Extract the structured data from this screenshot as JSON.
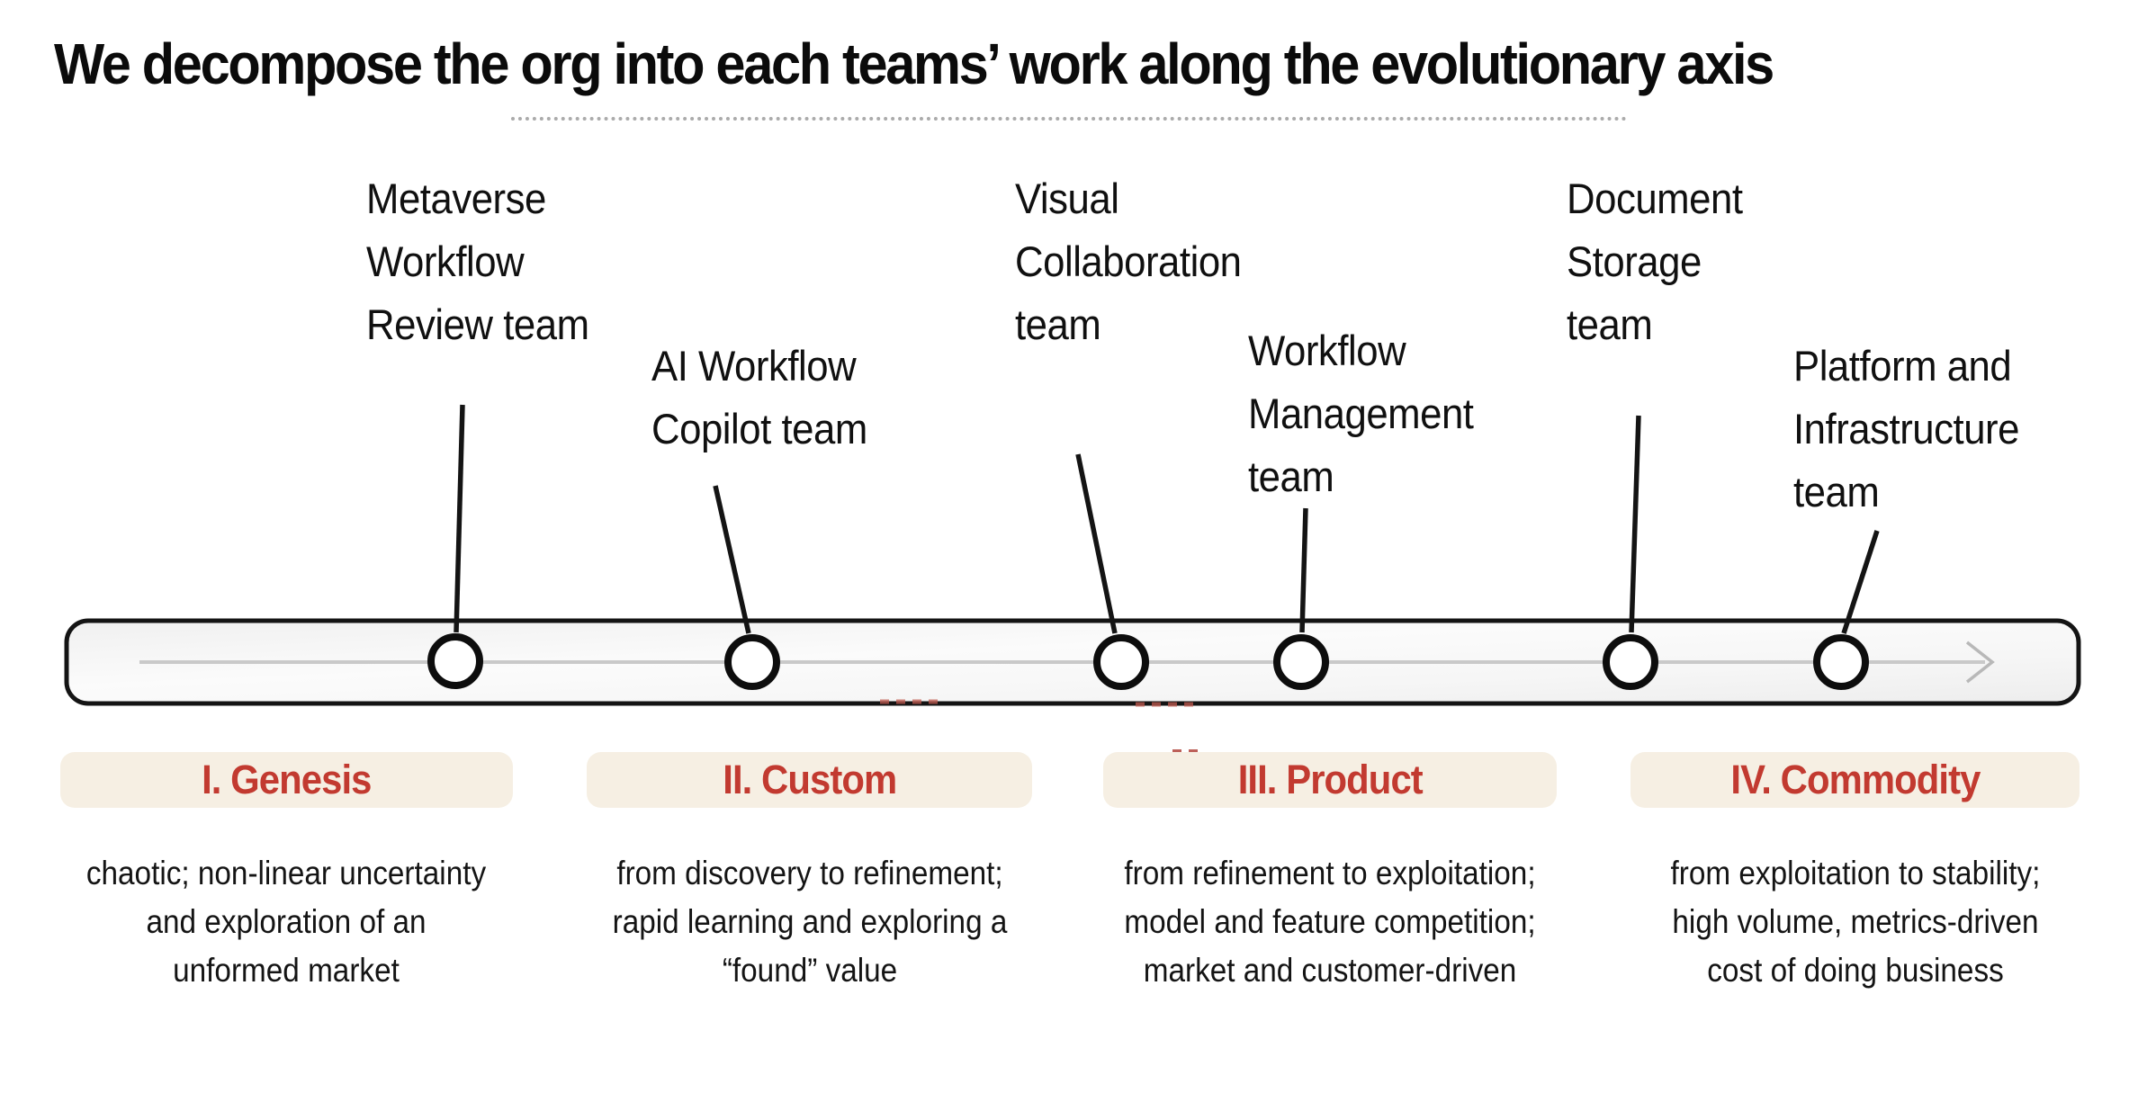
{
  "title": "We decompose the org into each teams’ work along the evolutionary axis",
  "teams": [
    {
      "name": "Metaverse Workflow Review team",
      "lines": [
        "Metaverse",
        "Workflow",
        "Review team"
      ]
    },
    {
      "name": "AI Workflow Copilot team",
      "lines": [
        "AI Workflow",
        "Copilot team"
      ]
    },
    {
      "name": "Visual Collaboration team",
      "lines": [
        "Visual",
        "Collaboration",
        "team"
      ]
    },
    {
      "name": "Workflow Management team",
      "lines": [
        "Workflow",
        "Management",
        "team"
      ]
    },
    {
      "name": "Document Storage team",
      "lines": [
        "Document",
        "Storage",
        "team"
      ]
    },
    {
      "name": "Platform and Infrastructure team",
      "lines": [
        "Platform and",
        "Infrastructure",
        "team"
      ]
    }
  ],
  "stages": [
    {
      "label": "I. Genesis",
      "description": [
        "chaotic; non-linear uncertainty",
        "and exploration of an",
        "unformed market"
      ]
    },
    {
      "label": "II. Custom",
      "description": [
        "from discovery to refinement;",
        "rapid learning and exploring a",
        "“found” value"
      ]
    },
    {
      "label": "III. Product",
      "description": [
        "from refinement to exploitation;",
        "model and feature competition;",
        "market and customer-driven"
      ]
    },
    {
      "label": "IV. Commodity",
      "description": [
        "from exploitation to stability;",
        "high volume, metrics-driven",
        "cost of doing business"
      ]
    }
  ],
  "colors": {
    "stage_chip_bg": "#f6efe3",
    "stage_label_red": "#c23a30",
    "bar_border": "#141414",
    "axis_line_gray": "#c9c9c9",
    "arrow_gray": "#b8b8b8",
    "artifact_red": "#bf5a4f"
  }
}
